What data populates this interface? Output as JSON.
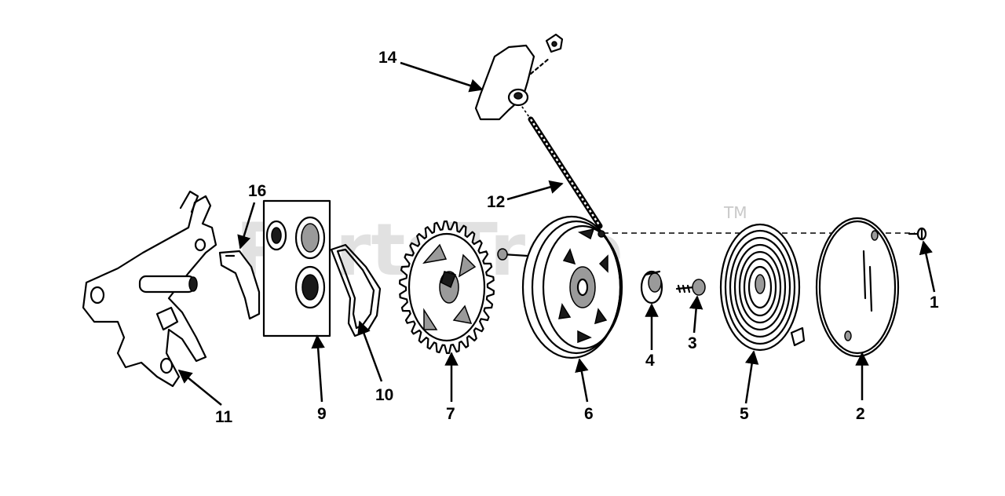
{
  "watermark": {
    "text": "PartsTree",
    "trademark": "TM"
  },
  "callouts": [
    {
      "id": "1",
      "label": "1"
    },
    {
      "id": "2",
      "label": "2"
    },
    {
      "id": "3",
      "label": "3"
    },
    {
      "id": "4",
      "label": "4"
    },
    {
      "id": "5",
      "label": "5"
    },
    {
      "id": "6",
      "label": "6"
    },
    {
      "id": "7",
      "label": "7"
    },
    {
      "id": "9",
      "label": "9"
    },
    {
      "id": "10",
      "label": "10"
    },
    {
      "id": "11",
      "label": "11"
    },
    {
      "id": "12",
      "label": "12"
    },
    {
      "id": "14",
      "label": "14"
    },
    {
      "id": "16",
      "label": "16"
    }
  ]
}
